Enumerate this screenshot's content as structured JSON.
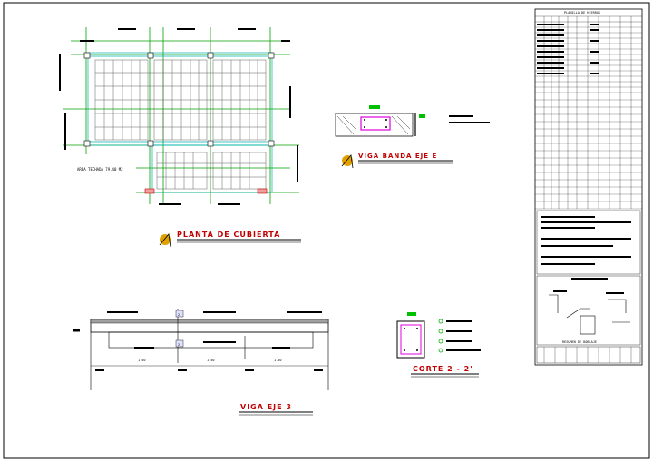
{
  "drawing": {
    "plan_title": "PLANTA DE CUBIERTA",
    "plan_area_note": "AREA TECHADA 79.40 M2",
    "beam_section_title": "VIGA BANDA EJE E",
    "beam_elevation_title": "VIGA EJE 3",
    "cut_title": "CORTE 2 - 2'",
    "cut_marker": "2",
    "span_labels": [
      "1.50",
      "1.50",
      "1.50"
    ]
  },
  "title_block": {
    "table_title": "PLANILLA DE HIERROS",
    "detail_title": "RESUMEN DE DOBLAJE"
  },
  "colors": {
    "frame": "#000000",
    "plan_lines": "#00b0b0",
    "grid_lines": "#00a000",
    "title_red": "#c00000",
    "accent_yellow": "#e0a000",
    "section_magenta": "#e000e0"
  }
}
